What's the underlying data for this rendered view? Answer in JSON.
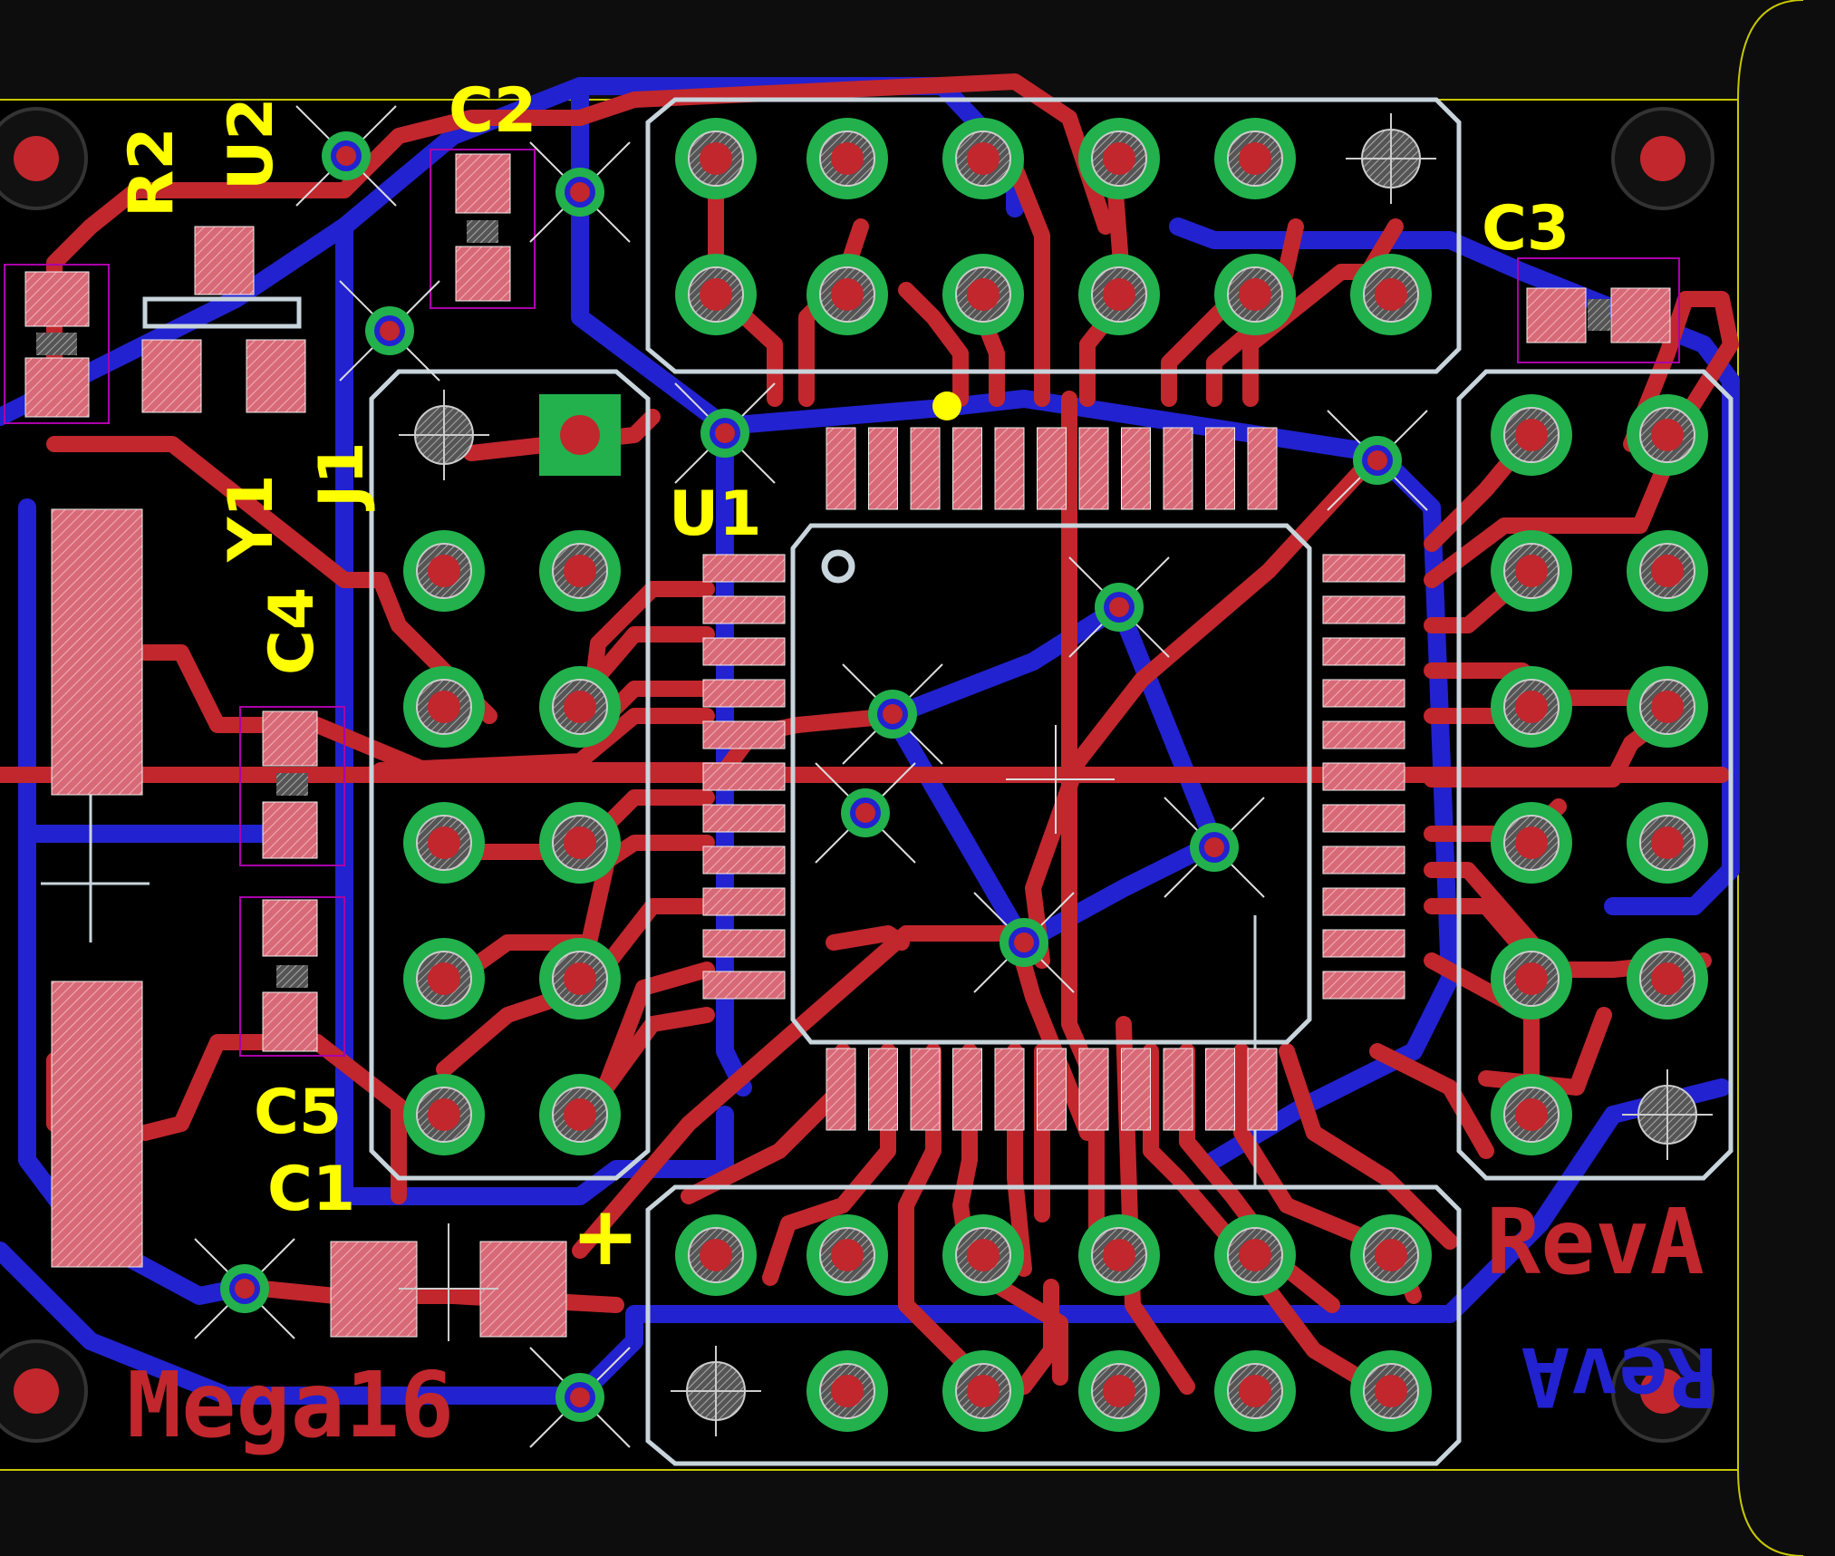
{
  "board": {
    "name": "Mega16",
    "revision": "RevA",
    "revision_mirrored": "RevA",
    "colors": {
      "background": "#000000",
      "top_copper": "#c1272d",
      "bottom_copper": "#2222d0",
      "pad": "#d86a78",
      "thru_pad": "#22b14c",
      "silkscreen": "#c8d4dc",
      "labels": "#ffff00",
      "outline": "#c8c800"
    }
  },
  "labels": {
    "r2": "R2",
    "u2": "U2",
    "c2": "C2",
    "c3": "C3",
    "y1": "Y1",
    "j1": "J1",
    "u1": "U1",
    "c4": "C4",
    "c5": "C5",
    "c1": "C1"
  },
  "markers": {
    "plus": "+"
  }
}
